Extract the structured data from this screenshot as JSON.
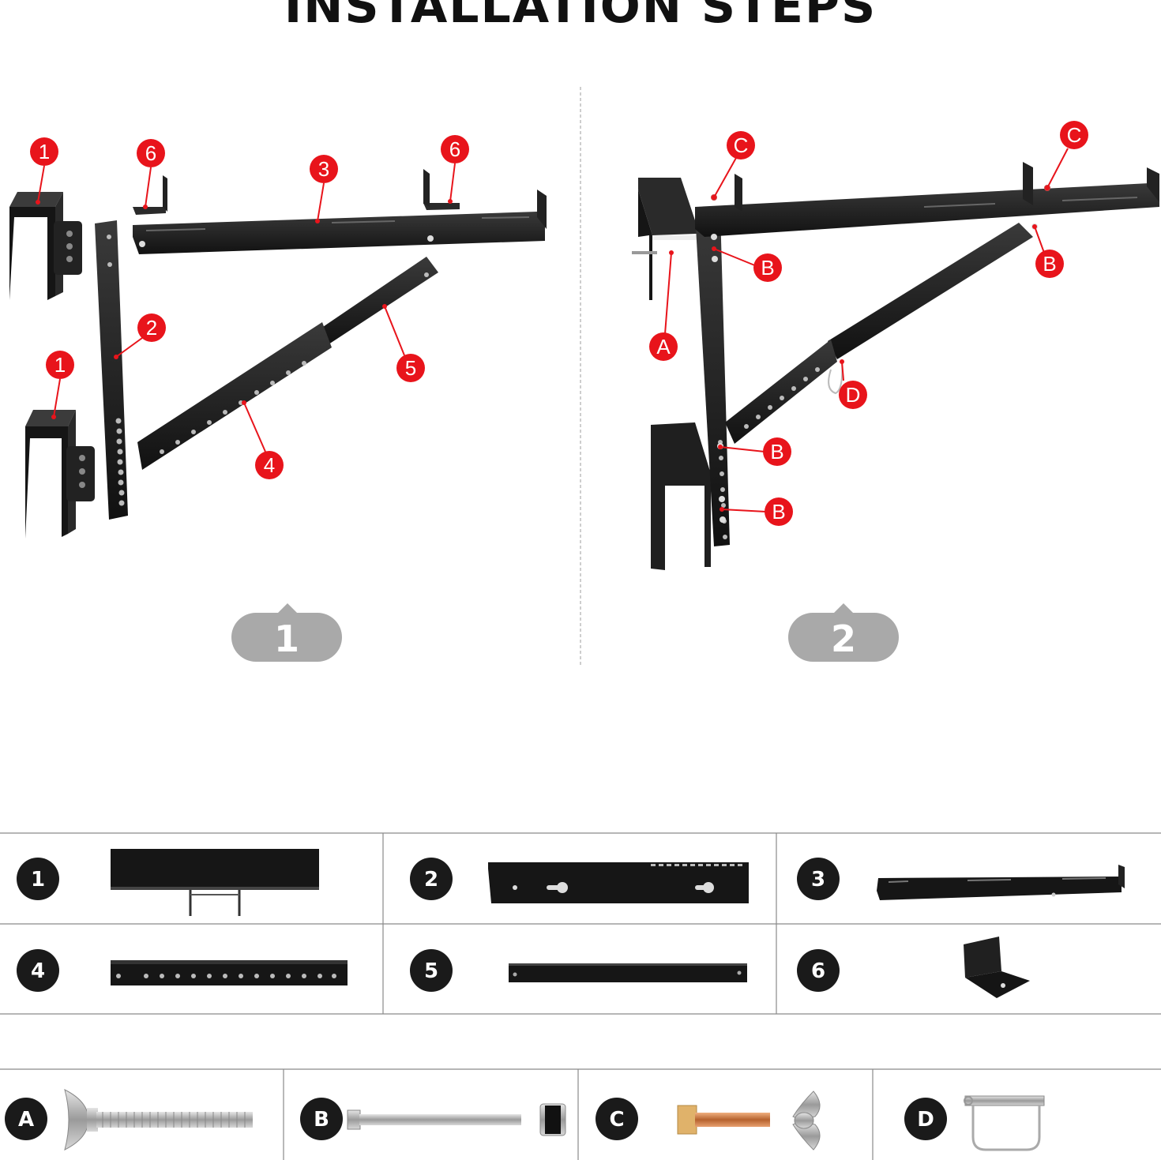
{
  "title": "INSTALLATION STEPS",
  "steps": [
    {
      "number": "1"
    },
    {
      "number": "2"
    }
  ],
  "callouts_step1": [
    "1",
    "6",
    "3",
    "6",
    "2",
    "1",
    "5",
    "4"
  ],
  "callouts_step2": [
    "C",
    "C",
    "B",
    "B",
    "A",
    "D",
    "B",
    "B"
  ],
  "parts": [
    "1",
    "2",
    "3",
    "4",
    "5",
    "6"
  ],
  "hardware": [
    "A",
    "B",
    "C",
    "D"
  ],
  "colors": {
    "callout_red": "#e8141b",
    "steel_black": "#1b1b1b",
    "step_badge": "#a9a9a9"
  }
}
